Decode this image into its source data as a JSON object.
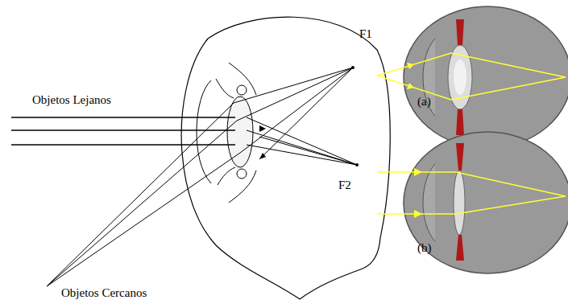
{
  "diagram": {
    "labels": [
      "Objetos Lejanos",
      "F1",
      "F2",
      "(a)",
      "(b)",
      "Objetos Cercanos"
    ]
  }
}
